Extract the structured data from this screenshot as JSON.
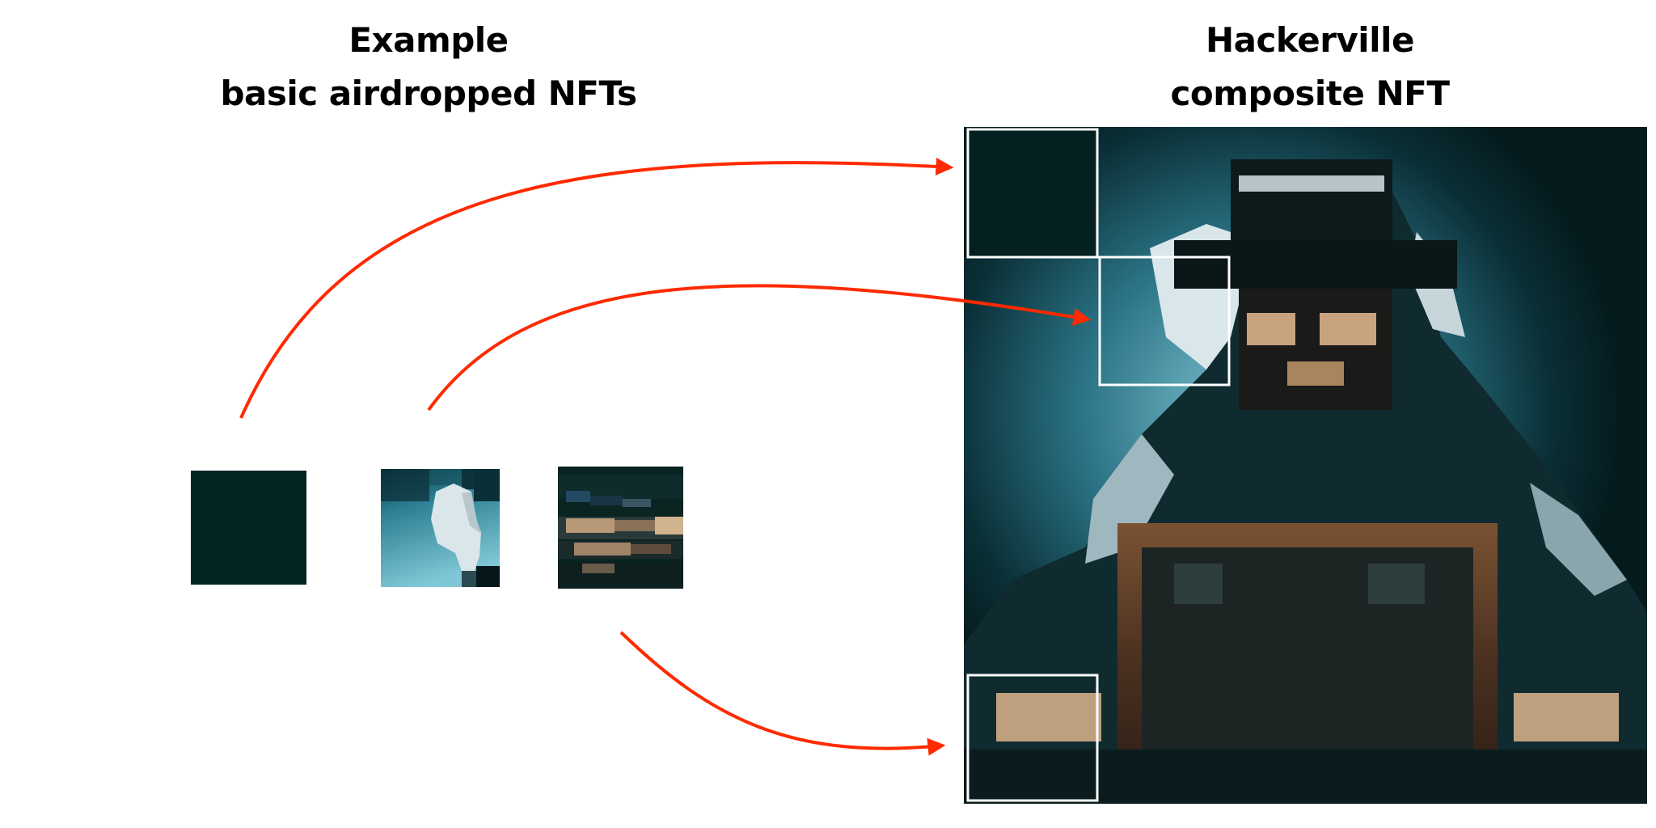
{
  "left_heading": {
    "line1": "Example",
    "line2": "basic airdropped NFTs"
  },
  "right_heading": {
    "line1": "Hackerville",
    "line2": "composite NFT"
  },
  "colors": {
    "arrow": "#ff2a00",
    "tile_outline": "#ffffff",
    "dark_background": "#042020",
    "cyan_glow": "#5fb6c7",
    "hood_light": "#d9e6ea",
    "laptop_brown": "#7a4a2a",
    "skin_tone": "#c8a07a"
  },
  "nft_tiles": [
    {
      "name": "dark-corner-tile",
      "maps_to": "top-left"
    },
    {
      "name": "hood-glow-tile",
      "maps_to": "upper-middle"
    },
    {
      "name": "hands-keyboard-tile",
      "maps_to": "bottom-left"
    }
  ]
}
